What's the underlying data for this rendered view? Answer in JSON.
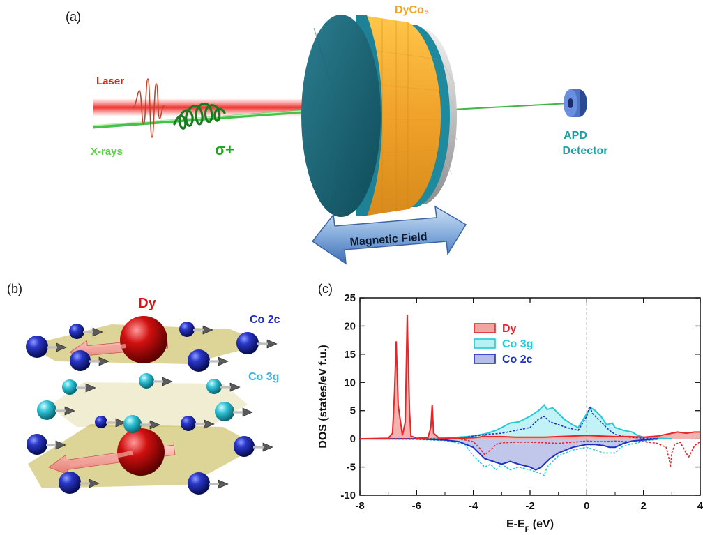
{
  "panel_a": {
    "label": "(a)",
    "sample": "DyCo₅",
    "laser": "Laser",
    "xrays": "X-rays",
    "polarization": "σ+",
    "detector_line1": "APD",
    "detector_line2": "Detector",
    "field": "Magnetic Field"
  },
  "panel_b": {
    "label": "(b)",
    "dy": "Dy",
    "co2c": "Co 2c",
    "co3g": "Co 3g"
  },
  "panel_c": {
    "label": "(c)"
  },
  "chart_data": {
    "type": "area",
    "xlabel": "E-E_F (eV)",
    "ylabel": "DOS (states/eV f.u.)",
    "xlim": [
      -8,
      4
    ],
    "ylim": [
      -10,
      25
    ],
    "xticks": [
      -8,
      -6,
      -4,
      -2,
      0,
      2,
      4
    ],
    "yticks": [
      -10,
      -5,
      0,
      5,
      10,
      15,
      20,
      25
    ],
    "reference_line_x": 0,
    "legend_position": "top-center",
    "legend": [
      "Dy",
      "Co 3g",
      "Co 2c"
    ],
    "colors": {
      "Dy": "#e8262a",
      "Co 3g": "#26c9d6",
      "Co 2c": "#1f2fc4"
    },
    "series": [
      {
        "name": "Dy",
        "filled": "spin-up",
        "spin_up": {
          "x": [
            -8,
            -7.0,
            -6.85,
            -6.78,
            -6.72,
            -6.65,
            -6.5,
            -6.4,
            -6.33,
            -6.3,
            -6.25,
            -6.2,
            -6.0,
            -5.6,
            -5.5,
            -5.45,
            -5.4,
            -5.2,
            -4.5,
            -4.0,
            -3.8,
            -3.6,
            -3.5,
            -3.3,
            -3.0,
            -2.5,
            -2.0,
            -1.5,
            -1.0,
            -0.5,
            0,
            0.5,
            1.0,
            1.5,
            2.0,
            2.5,
            2.8,
            3.0,
            3.2,
            3.5,
            3.8,
            4.0
          ],
          "y": [
            0,
            0.1,
            1,
            8,
            17.3,
            6,
            0.6,
            3,
            22,
            15,
            5,
            0.5,
            0.1,
            0.2,
            2,
            6,
            1,
            0.1,
            0.1,
            0.2,
            0.3,
            0.5,
            0.4,
            0.4,
            0.4,
            0.3,
            0.3,
            0.3,
            0.4,
            0.5,
            0.6,
            0.5,
            0.4,
            0.4,
            0.3,
            0.5,
            0.8,
            1.0,
            1.2,
            1.0,
            1.2,
            1.2
          ]
        },
        "spin_down": {
          "x": [
            -8,
            -6,
            -4.5,
            -4.0,
            -3.8,
            -3.6,
            -3.4,
            -3.2,
            -3.0,
            -2.5,
            -2.0,
            -1.5,
            -1.0,
            -0.5,
            0,
            0.5,
            1.0,
            1.5,
            2.0,
            2.5,
            2.8,
            2.9,
            2.95,
            3.0,
            3.1,
            3.3,
            3.5,
            3.6,
            3.8,
            4.0
          ],
          "y": [
            0,
            0,
            0,
            -0.5,
            -1.5,
            -2.8,
            -2.0,
            -1.0,
            -0.7,
            -0.6,
            -0.6,
            -0.7,
            -0.8,
            -0.6,
            -0.4,
            -0.5,
            -0.4,
            -0.5,
            -0.5,
            -0.8,
            -1.5,
            -3.5,
            -5.0,
            -2.5,
            -1.0,
            -0.6,
            -2.5,
            -3.2,
            -1.2,
            -0.5
          ]
        }
      },
      {
        "name": "Co 3g",
        "filled": "spin-up",
        "spin_up": {
          "x": [
            -8,
            -6,
            -5,
            -4.5,
            -4.0,
            -3.7,
            -3.5,
            -3.2,
            -3.0,
            -2.7,
            -2.4,
            -2.2,
            -2.0,
            -1.7,
            -1.5,
            -1.4,
            -1.2,
            -1.0,
            -0.8,
            -0.5,
            -0.3,
            0,
            0.15,
            0.3,
            0.5,
            0.7,
            0.9,
            1.0,
            1.3,
            1.6,
            1.8,
            2.0,
            2.5,
            3.0
          ],
          "y": [
            0,
            0,
            0.1,
            0.3,
            0.5,
            0.8,
            1.0,
            1.5,
            2.0,
            2.8,
            3.0,
            3.5,
            4.0,
            5.0,
            6.0,
            5.2,
            5.5,
            4.5,
            3.5,
            2.5,
            2.0,
            4.5,
            5.5,
            5.0,
            4.0,
            2.5,
            2.8,
            2.0,
            1.5,
            1.2,
            0.6,
            0.3,
            0.1,
            0
          ]
        },
        "spin_down": {
          "x": [
            -8,
            -6,
            -5,
            -4.3,
            -4.0,
            -3.8,
            -3.6,
            -3.4,
            -3.2,
            -3.0,
            -2.7,
            -2.4,
            -2.0,
            -1.7,
            -1.5,
            -1.4,
            -1.2,
            -1.0,
            -0.5,
            0,
            0.3,
            0.6,
            1.0,
            1.2,
            1.5,
            1.8,
            2.0,
            2.5
          ],
          "y": [
            0,
            -0.1,
            -0.3,
            -1.0,
            -3.0,
            -4.0,
            -5.0,
            -4.5,
            -5.5,
            -4.5,
            -5.5,
            -5.0,
            -5.5,
            -6.0,
            -6.5,
            -5.0,
            -4.0,
            -3.0,
            -2.0,
            -1.5,
            -2.0,
            -2.5,
            -2.5,
            -1.5,
            -1.0,
            -0.7,
            -0.4,
            -0.1
          ]
        }
      },
      {
        "name": "Co 2c",
        "filled": "spin-down",
        "spin_up": {
          "x": [
            -8,
            -6,
            -5,
            -4.5,
            -4.0,
            -3.5,
            -3.0,
            -2.5,
            -2.0,
            -1.7,
            -1.5,
            -1.3,
            -1.0,
            -0.7,
            -0.3,
            0,
            0.1,
            0.2,
            0.4,
            0.6,
            0.8,
            1.0,
            1.2,
            1.5,
            2.0,
            2.5
          ],
          "y": [
            0,
            0,
            0,
            0.1,
            0.5,
            0.8,
            1.0,
            1.5,
            2.0,
            3.5,
            4.0,
            3.0,
            2.5,
            2.0,
            1.5,
            4.0,
            5.8,
            4.5,
            3.5,
            2.5,
            1.5,
            0.8,
            0.5,
            0.3,
            0.1,
            0
          ]
        },
        "spin_down": {
          "x": [
            -8,
            -6,
            -5,
            -4.5,
            -4.0,
            -3.8,
            -3.6,
            -3.3,
            -3.0,
            -2.7,
            -2.4,
            -2.0,
            -1.8,
            -1.6,
            -1.5,
            -1.3,
            -1.0,
            -0.5,
            0,
            0.3,
            0.6,
            0.8,
            1.0,
            1.3,
            1.6,
            2.0,
            2.5
          ],
          "y": [
            0,
            0,
            -0.2,
            -0.5,
            -1.5,
            -2.5,
            -3.5,
            -4.0,
            -4.5,
            -4.0,
            -4.5,
            -5.0,
            -5.5,
            -5.0,
            -4.5,
            -3.5,
            -2.5,
            -1.5,
            -1.0,
            -1.0,
            -1.2,
            -1.5,
            -1.5,
            -0.8,
            -0.4,
            -0.2,
            0
          ]
        }
      }
    ]
  }
}
